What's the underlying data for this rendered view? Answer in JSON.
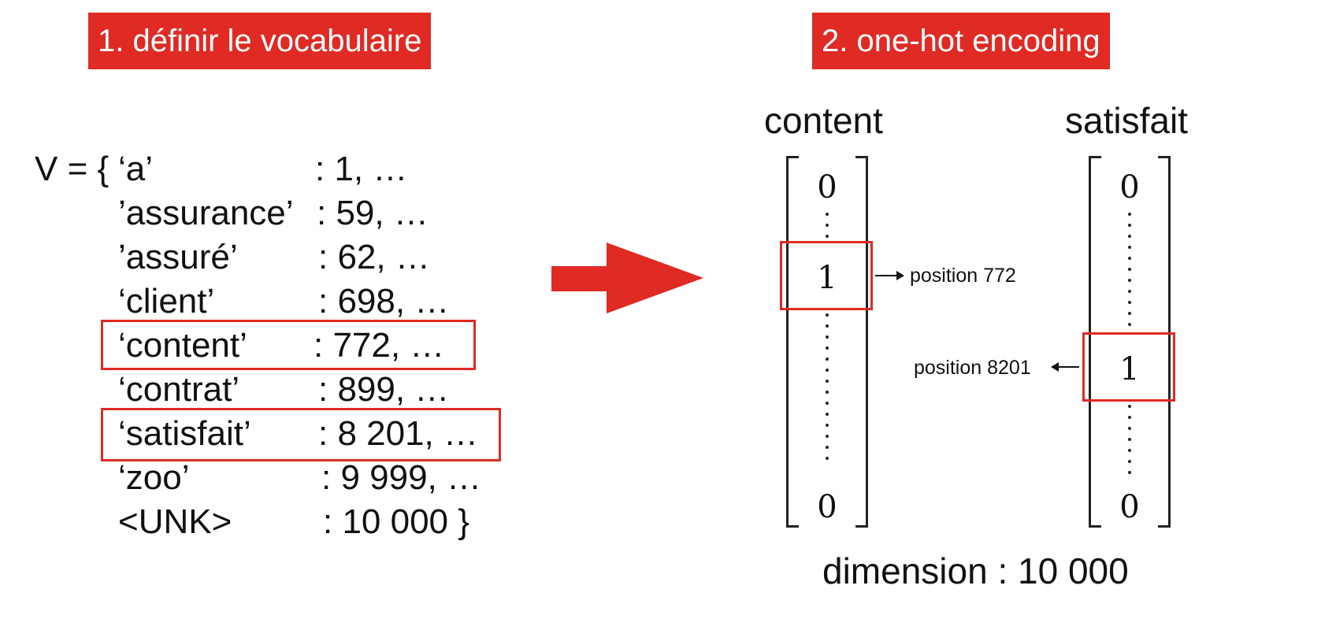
{
  "headers": {
    "step1": "1. définir le vocabulaire",
    "step2": "2. one-hot encoding"
  },
  "vocabulary": {
    "prefix": "V = {",
    "entries": [
      {
        "word": "‘a’",
        "value": ": 1, …"
      },
      {
        "word": "’assurance’",
        "value": ": 59, …"
      },
      {
        "word": "’assuré’",
        "value": ": 62, …"
      },
      {
        "word": "‘client’",
        "value": ": 698, …"
      },
      {
        "word": "‘content’",
        "value": ": 772, …",
        "highlighted": true
      },
      {
        "word": "‘contrat’",
        "value": ": 899, …"
      },
      {
        "word": "‘satisfait’",
        "value": ": 8 201, …",
        "highlighted": true
      },
      {
        "word": "‘zoo’",
        "value": ": 9 999, …"
      },
      {
        "word": "<UNK>",
        "value": ": 10 000 }"
      }
    ]
  },
  "vectors": [
    {
      "title": "content",
      "top": "0",
      "hot": "1",
      "bottom": "0",
      "position_label": "position 772"
    },
    {
      "title": "satisfait",
      "top": "0",
      "hot": "1",
      "bottom": "0",
      "position_label": "position 8201"
    }
  ],
  "dimension_label": "dimension : 10 000",
  "colors": {
    "accent": "#e02a24",
    "text": "#111111",
    "background": "#ffffff"
  },
  "icons": {
    "arrow": "right-arrow-icon"
  }
}
